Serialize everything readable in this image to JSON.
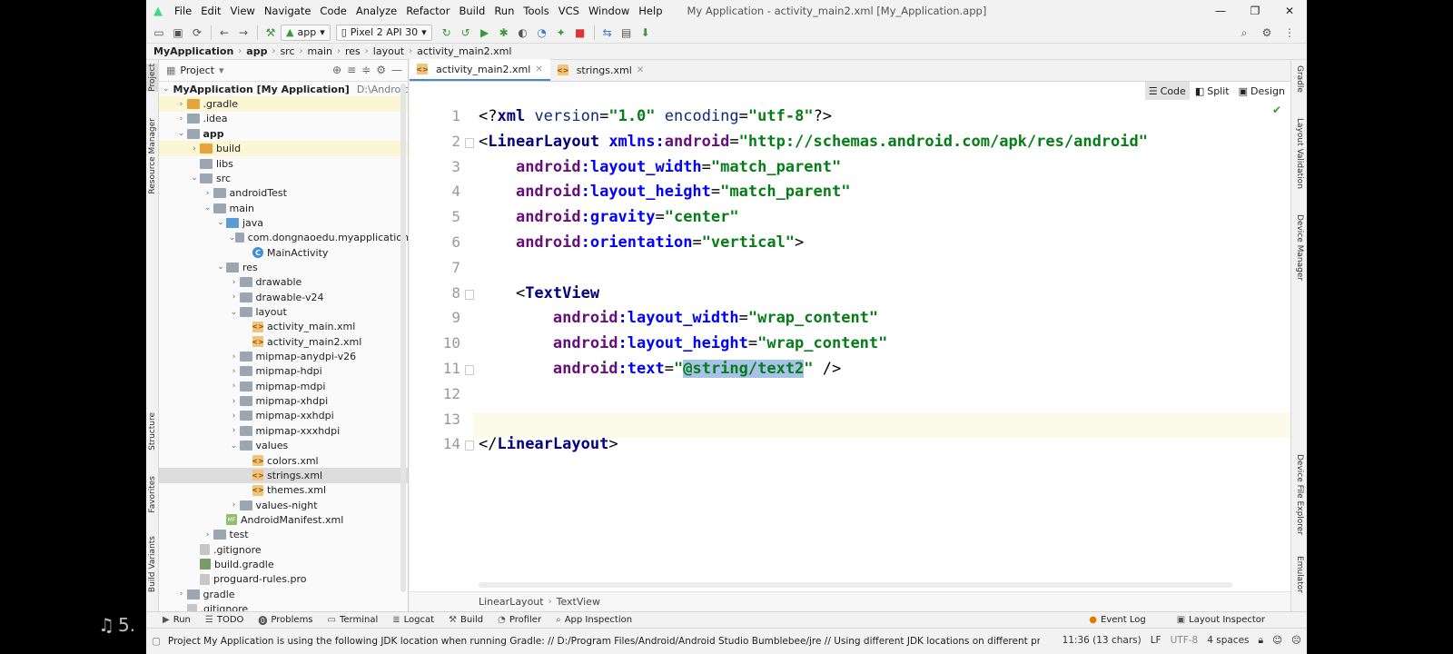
{
  "menubar": {
    "items": [
      "File",
      "Edit",
      "View",
      "Navigate",
      "Code",
      "Analyze",
      "Refactor",
      "Build",
      "Run",
      "Tools",
      "VCS",
      "Window",
      "Help"
    ],
    "window_title": "My Application - activity_main2.xml [My_Application.app]",
    "controls": [
      "—",
      "❐",
      "✕"
    ]
  },
  "toolbar": {
    "run_config": "app",
    "device": "Pixel 2 API 30"
  },
  "breadcrumb": [
    "MyApplication",
    "app",
    "src",
    "main",
    "res",
    "layout",
    "activity_main2.xml"
  ],
  "left_strip": [
    "Project",
    "Resource Manager",
    "Structure",
    "Favorites",
    "Build Variants"
  ],
  "right_strip": [
    "Gradle",
    "Layout Validation",
    "Device Manager",
    "Device File Explorer",
    "Emulator"
  ],
  "project_panel": {
    "title": "Project",
    "tree": [
      {
        "label": "MyApplication [My Application]",
        "extra": "D:\\Android\\Andr",
        "depth": 0,
        "arrow": "⌄",
        "icon": "folder",
        "bold": true
      },
      {
        "label": ".gradle",
        "depth": 1,
        "arrow": "›",
        "icon": "folder-orange",
        "hl": true
      },
      {
        "label": ".idea",
        "depth": 1,
        "arrow": "›",
        "icon": "folder"
      },
      {
        "label": "app",
        "depth": 1,
        "arrow": "⌄",
        "icon": "folder",
        "bold": true
      },
      {
        "label": "build",
        "depth": 2,
        "arrow": "›",
        "icon": "folder-orange",
        "hl": true
      },
      {
        "label": "libs",
        "depth": 2,
        "arrow": "",
        "icon": "folder"
      },
      {
        "label": "src",
        "depth": 2,
        "arrow": "⌄",
        "icon": "folder"
      },
      {
        "label": "androidTest",
        "depth": 3,
        "arrow": "›",
        "icon": "folder"
      },
      {
        "label": "main",
        "depth": 3,
        "arrow": "⌄",
        "icon": "folder"
      },
      {
        "label": "java",
        "depth": 4,
        "arrow": "⌄",
        "icon": "folder-blue"
      },
      {
        "label": "com.dongnaoedu.myapplication",
        "depth": 5,
        "arrow": "⌄",
        "icon": "folder"
      },
      {
        "label": "MainActivity",
        "depth": 6,
        "arrow": "",
        "icon": "class"
      },
      {
        "label": "res",
        "depth": 4,
        "arrow": "⌄",
        "icon": "folder"
      },
      {
        "label": "drawable",
        "depth": 5,
        "arrow": "›",
        "icon": "folder"
      },
      {
        "label": "drawable-v24",
        "depth": 5,
        "arrow": "›",
        "icon": "folder"
      },
      {
        "label": "layout",
        "depth": 5,
        "arrow": "⌄",
        "icon": "folder"
      },
      {
        "label": "activity_main.xml",
        "depth": 6,
        "arrow": "",
        "icon": "xml"
      },
      {
        "label": "activity_main2.xml",
        "depth": 6,
        "arrow": "",
        "icon": "xml"
      },
      {
        "label": "mipmap-anydpi-v26",
        "depth": 5,
        "arrow": "›",
        "icon": "folder"
      },
      {
        "label": "mipmap-hdpi",
        "depth": 5,
        "arrow": "›",
        "icon": "folder"
      },
      {
        "label": "mipmap-mdpi",
        "depth": 5,
        "arrow": "›",
        "icon": "folder"
      },
      {
        "label": "mipmap-xhdpi",
        "depth": 5,
        "arrow": "›",
        "icon": "folder"
      },
      {
        "label": "mipmap-xxhdpi",
        "depth": 5,
        "arrow": "›",
        "icon": "folder"
      },
      {
        "label": "mipmap-xxxhdpi",
        "depth": 5,
        "arrow": "›",
        "icon": "folder"
      },
      {
        "label": "values",
        "depth": 5,
        "arrow": "⌄",
        "icon": "folder"
      },
      {
        "label": "colors.xml",
        "depth": 6,
        "arrow": "",
        "icon": "xml"
      },
      {
        "label": "strings.xml",
        "depth": 6,
        "arrow": "",
        "icon": "xml",
        "sel": true
      },
      {
        "label": "themes.xml",
        "depth": 6,
        "arrow": "",
        "icon": "xml"
      },
      {
        "label": "values-night",
        "depth": 5,
        "arrow": "›",
        "icon": "folder"
      },
      {
        "label": "AndroidManifest.xml",
        "depth": 4,
        "arrow": "",
        "icon": "manifest"
      },
      {
        "label": "test",
        "depth": 3,
        "arrow": "›",
        "icon": "folder"
      },
      {
        "label": ".gitignore",
        "depth": 2,
        "arrow": "",
        "icon": "file"
      },
      {
        "label": "build.gradle",
        "depth": 2,
        "arrow": "",
        "icon": "gradle"
      },
      {
        "label": "proguard-rules.pro",
        "depth": 2,
        "arrow": "",
        "icon": "file"
      },
      {
        "label": "gradle",
        "depth": 1,
        "arrow": "›",
        "icon": "folder"
      },
      {
        "label": ".gitignore",
        "depth": 1,
        "arrow": "",
        "icon": "file"
      }
    ]
  },
  "editor": {
    "tabs": [
      {
        "label": "activity_main2.xml",
        "active": true
      },
      {
        "label": "strings.xml",
        "active": false
      }
    ],
    "view_modes": [
      "Code",
      "Split",
      "Design"
    ],
    "lines": [
      [
        [
          "t-pi",
          "<?"
        ],
        [
          "t-tag",
          "xml "
        ],
        [
          "t-attr",
          "version"
        ],
        [
          "t-pi",
          "="
        ],
        [
          "t-val",
          "\"1.0\" "
        ],
        [
          "t-attr",
          "encoding"
        ],
        [
          "t-pi",
          "="
        ],
        [
          "t-val",
          "\"utf-8\""
        ],
        [
          "t-pi",
          "?>"
        ]
      ],
      [
        [
          "t-pi",
          "<"
        ],
        [
          "t-tag",
          "LinearLayout "
        ],
        [
          "t-an",
          "xmlns:"
        ],
        [
          "t-ns",
          "android"
        ],
        [
          "t-pi",
          "="
        ],
        [
          "t-val",
          "\"http://schemas.android.com/apk/res/android\""
        ]
      ],
      [
        [
          "t-pi",
          "    "
        ],
        [
          "t-ns",
          "android"
        ],
        [
          "t-an",
          ":layout_width"
        ],
        [
          "t-pi",
          "="
        ],
        [
          "t-val",
          "\"match_parent\""
        ]
      ],
      [
        [
          "t-pi",
          "    "
        ],
        [
          "t-ns",
          "android"
        ],
        [
          "t-an",
          ":layout_height"
        ],
        [
          "t-pi",
          "="
        ],
        [
          "t-val",
          "\"match_parent\""
        ]
      ],
      [
        [
          "t-pi",
          "    "
        ],
        [
          "t-ns",
          "android"
        ],
        [
          "t-an",
          ":gravity"
        ],
        [
          "t-pi",
          "="
        ],
        [
          "t-val",
          "\"center\""
        ]
      ],
      [
        [
          "t-pi",
          "    "
        ],
        [
          "t-ns",
          "android"
        ],
        [
          "t-an",
          ":orientation"
        ],
        [
          "t-pi",
          "="
        ],
        [
          "t-val",
          "\"vertical\""
        ],
        [
          "t-pi",
          ">"
        ]
      ],
      [
        [
          "t-pi",
          ""
        ]
      ],
      [
        [
          "t-pi",
          "    <"
        ],
        [
          "t-tag",
          "TextView"
        ]
      ],
      [
        [
          "t-pi",
          "        "
        ],
        [
          "t-ns",
          "android"
        ],
        [
          "t-an",
          ":layout_width"
        ],
        [
          "t-pi",
          "="
        ],
        [
          "t-val",
          "\"wrap_content\""
        ]
      ],
      [
        [
          "t-pi",
          "        "
        ],
        [
          "t-ns",
          "android"
        ],
        [
          "t-an",
          ":layout_height"
        ],
        [
          "t-pi",
          "="
        ],
        [
          "t-val",
          "\"wrap_content\""
        ]
      ],
      [
        [
          "t-pi",
          "        "
        ],
        [
          "t-ns",
          "android"
        ],
        [
          "t-an",
          ":text"
        ],
        [
          "t-pi",
          "="
        ],
        [
          "t-val",
          "\""
        ],
        [
          "t-sel",
          "@string/text2"
        ],
        [
          "t-val",
          "\""
        ],
        [
          "t-pi",
          " />"
        ]
      ],
      [
        [
          "t-pi",
          ""
        ]
      ],
      [
        [
          "t-pi",
          ""
        ]
      ],
      [
        [
          "t-pi",
          "</"
        ],
        [
          "t-tag",
          "LinearLayout"
        ],
        [
          "t-pi",
          ">"
        ]
      ]
    ],
    "line_numbers": [
      "1",
      "2",
      "3",
      "4",
      "5",
      "6",
      "7",
      "8",
      "9",
      "10",
      "11",
      "12",
      "13",
      "14"
    ],
    "crumbs": [
      "LinearLayout",
      "TextView"
    ]
  },
  "bottom_tools": [
    "Run",
    "TODO",
    "Problems",
    "Terminal",
    "Logcat",
    "Build",
    "Profiler",
    "App Inspection"
  ],
  "bottom_tools_right": [
    "Event Log",
    "Layout Inspector"
  ],
  "status": {
    "message": "Project My Application is using the following JDK location when running Gradle: // D:/Program Files/Android/Android Studio Bumblebee/jre // Using different JDK locations on different pr... (a minute ago)",
    "position": "11:36 (13 chars)",
    "line_sep": "LF",
    "encoding": "UTF-8",
    "indent": "4 spaces"
  },
  "overlay": {
    "left_text": "5."
  }
}
